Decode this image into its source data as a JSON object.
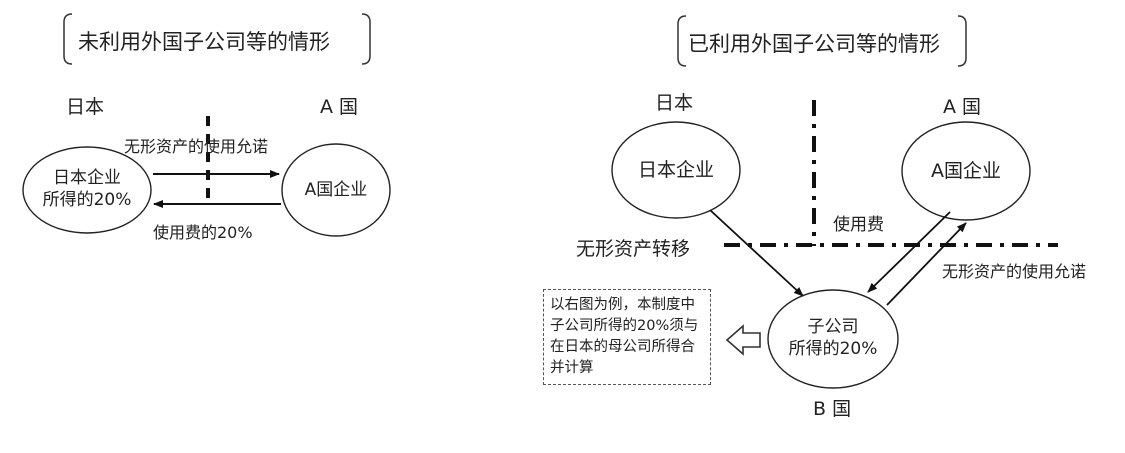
{
  "left": {
    "title": "未利用外国子公司等的情形",
    "country_left": "日本",
    "country_right": "A 国",
    "japan_company_line1": "日本企业",
    "japan_company_line2": "所得的20%",
    "a_company": "A国企业",
    "arrow_top_label": "无形资产的使用允诺",
    "arrow_bottom_label": "使用费的20%"
  },
  "right": {
    "title": "已利用外国子公司等的情形",
    "country_left": "日本",
    "country_right": "A 国",
    "country_bottom": "B 国",
    "japan_company": "日本企业",
    "a_company": "A国企业",
    "subsidiary_line1": "子公司",
    "subsidiary_line2": "所得的20%",
    "transfer_label": "无形资产转移",
    "fee_label": "使用费",
    "license_label": "无形资产的使用允诺",
    "note": "以右图为例，本制度中子公司所得的20%须与在日本的母公司所得合并计算"
  }
}
